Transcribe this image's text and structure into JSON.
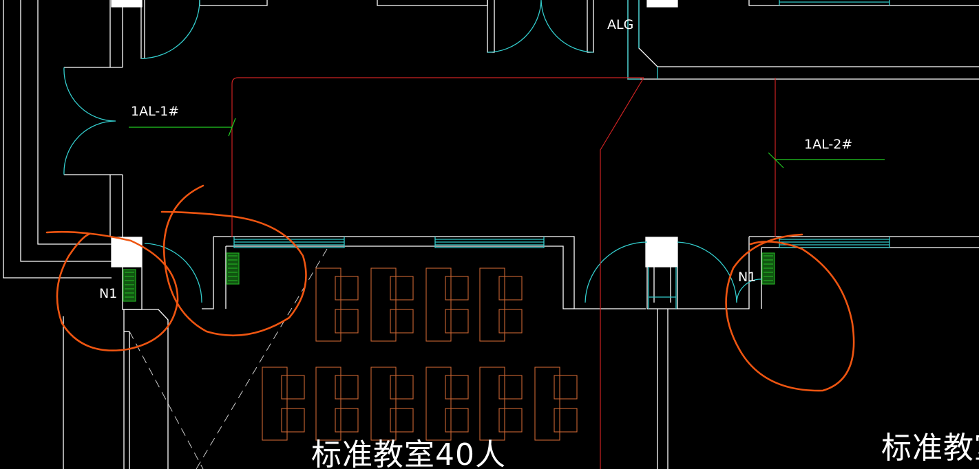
{
  "drawing": {
    "background": "#000000",
    "colors": {
      "wall": "#ffffff",
      "door_window": "#33cccc",
      "circuit": "#cc2222",
      "leader": "#22cc22",
      "panel_fill": "#22aa22",
      "furniture": "#cc6633",
      "markup": "#ee5511"
    },
    "labels": {
      "alg": "ALG",
      "circuit_1": "1AL-1#",
      "circuit_2": "1AL-2#",
      "panel_left": "N1",
      "panel_right": "N1",
      "room_main": "标准教室40人",
      "room_right": "标准教室"
    },
    "icons": [
      "distribution-panel-icon",
      "column-icon",
      "door-swing-icon",
      "desk-icon"
    ]
  }
}
